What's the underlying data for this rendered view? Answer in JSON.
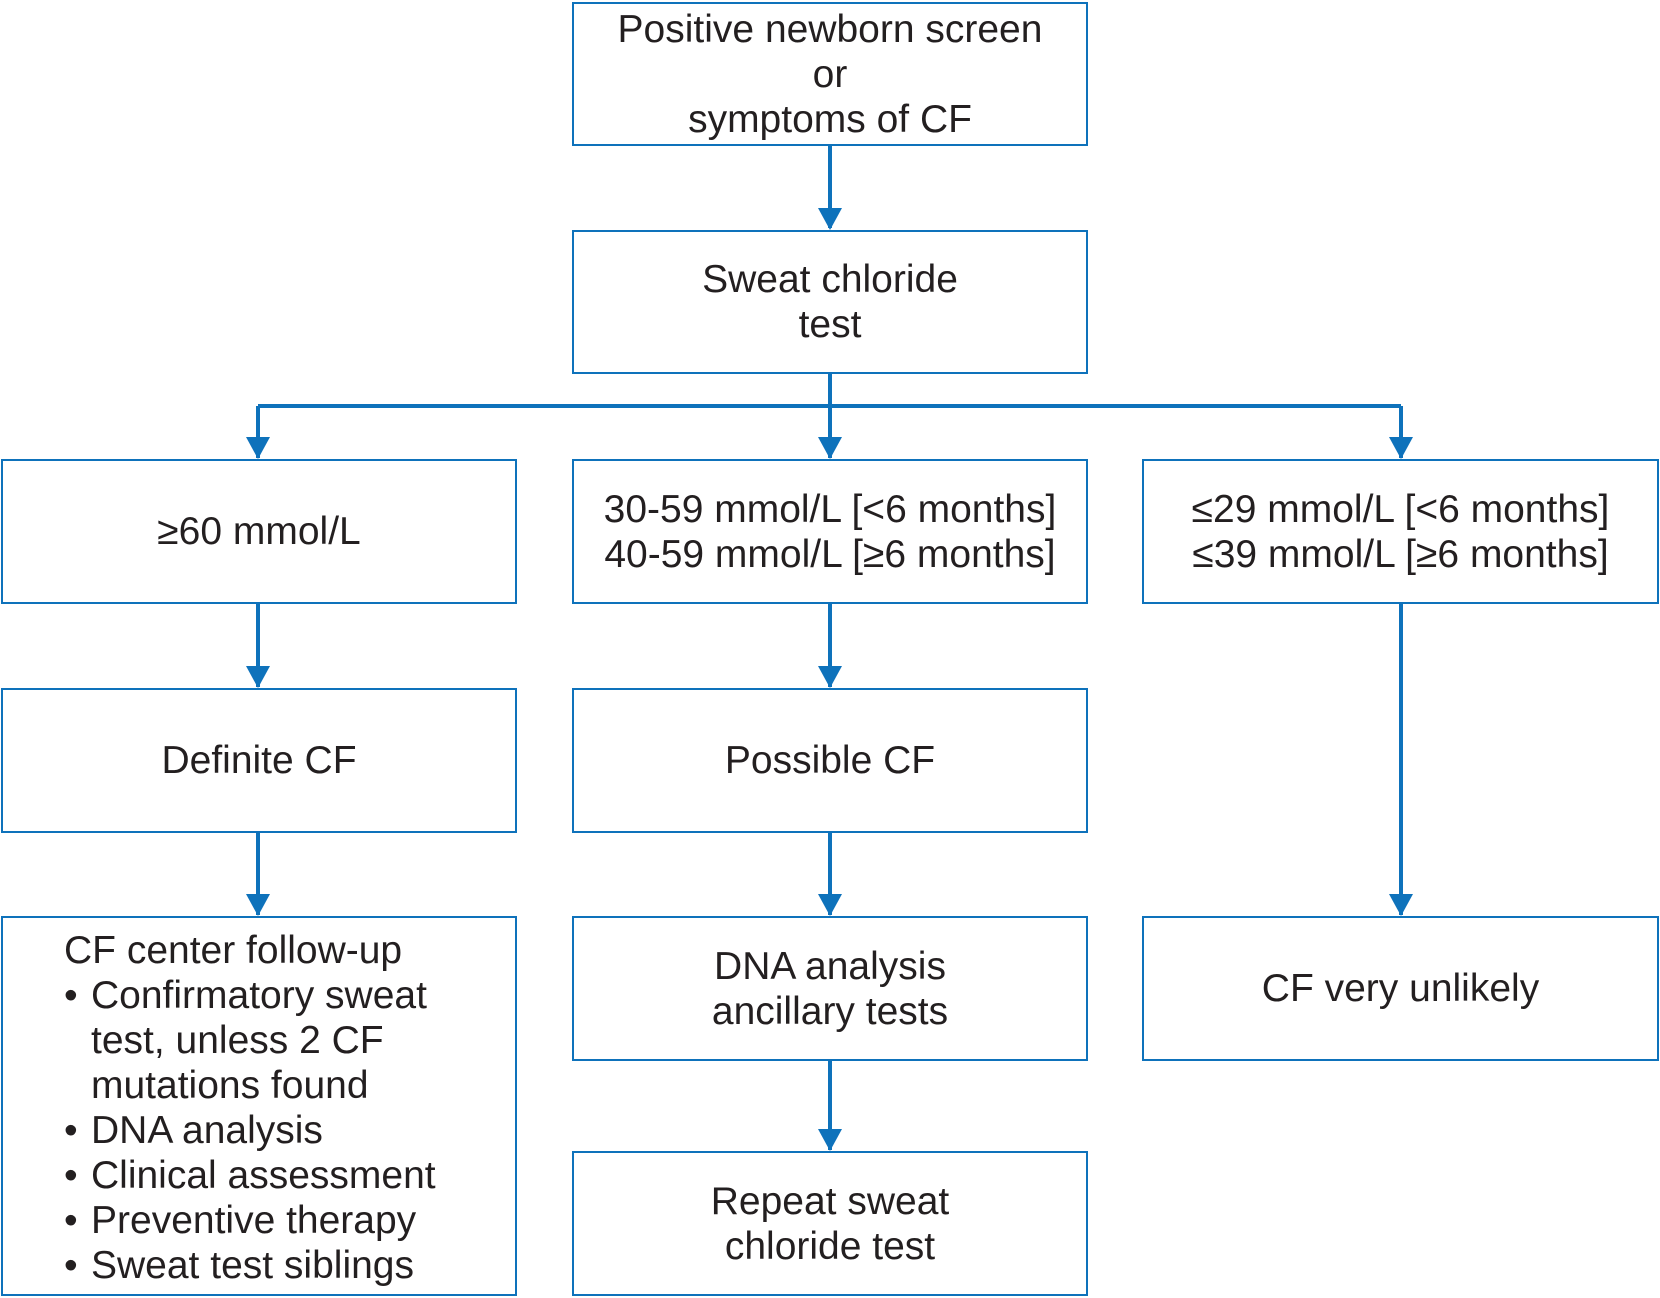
{
  "nodes": {
    "start": {
      "lines": [
        "Positive newborn screen",
        "or",
        "symptoms of CF"
      ]
    },
    "sweat_test": {
      "lines": [
        "Sweat chloride",
        "test"
      ]
    },
    "high": {
      "lines": [
        "≥60 mmol/L"
      ]
    },
    "mid": {
      "lines": [
        "30-59 mmol/L [<6 months]",
        "40-59 mmol/L [≥6 months]"
      ]
    },
    "low": {
      "lines": [
        "≤29 mmol/L [<6 months]",
        "≤39 mmol/L [≥6 months]"
      ]
    },
    "definite": {
      "lines": [
        "Definite CF"
      ]
    },
    "possible": {
      "lines": [
        "Possible CF"
      ]
    },
    "followup": {
      "heading": "CF center follow-up",
      "bullets": [
        [
          "Confirmatory sweat",
          "test, unless 2 CF",
          "mutations found"
        ],
        [
          "DNA analysis"
        ],
        [
          "Clinical assessment"
        ],
        [
          "Preventive therapy"
        ],
        [
          "Sweat test siblings"
        ]
      ]
    },
    "dna": {
      "lines": [
        "DNA analysis",
        "ancillary tests"
      ]
    },
    "unlikely": {
      "lines": [
        "CF very unlikely"
      ]
    },
    "repeat": {
      "lines": [
        "Repeat sweat",
        "chloride test"
      ]
    }
  },
  "colors": {
    "stroke": "#0e72bb",
    "text": "#231f20"
  },
  "connections": [
    [
      "start",
      "sweat_test"
    ],
    [
      "sweat_test",
      "high"
    ],
    [
      "sweat_test",
      "mid"
    ],
    [
      "sweat_test",
      "low"
    ],
    [
      "high",
      "definite"
    ],
    [
      "definite",
      "followup"
    ],
    [
      "mid",
      "possible"
    ],
    [
      "possible",
      "dna"
    ],
    [
      "dna",
      "repeat"
    ],
    [
      "low",
      "unlikely"
    ]
  ]
}
